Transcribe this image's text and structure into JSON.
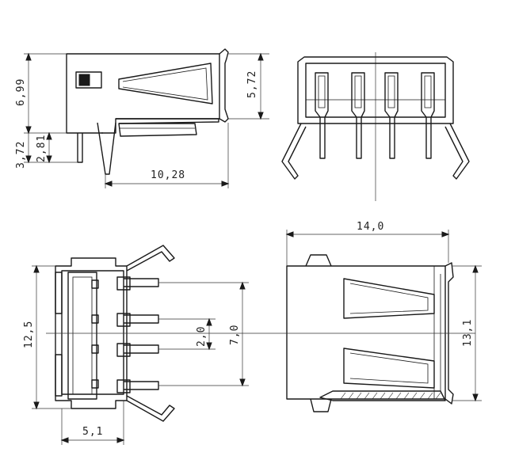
{
  "dimensions": {
    "height_total": "6,99",
    "height_pin": "3,72",
    "height_pin_short": "2,81",
    "length_body": "10,28",
    "height_top": "5,72",
    "width_total": "14,0",
    "width_side": "13,1",
    "height_front": "12,5",
    "pitch_inner": "2,0",
    "pitch_outer": "7,0",
    "depth_bottom": "5,1"
  },
  "colors": {
    "line": "#1a1a1a",
    "dimension": "#333333",
    "background": "#ffffff"
  }
}
